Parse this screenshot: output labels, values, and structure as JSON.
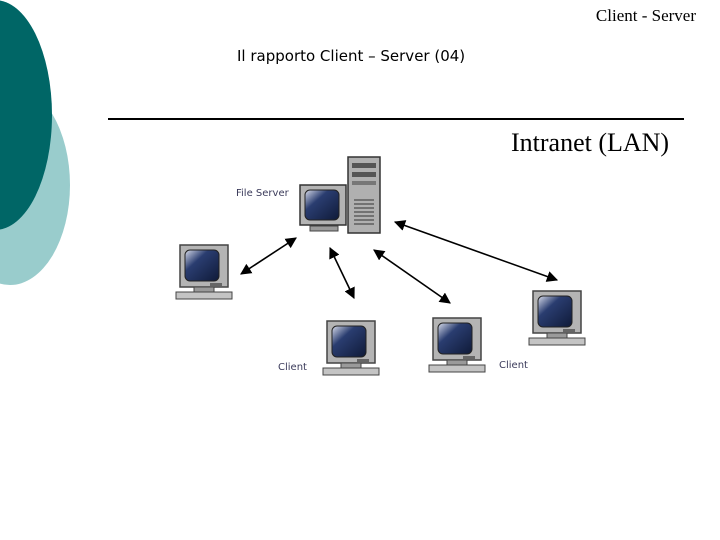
{
  "header": {
    "title": "Client - Server"
  },
  "slide": {
    "title": "Il rapporto Client – Server (04)"
  },
  "section": {
    "title": "Intranet (LAN)"
  },
  "diagram": {
    "server_label": "File Server",
    "client_label_1": "Client",
    "client_label_2": "Client"
  },
  "colors": {
    "deco_dark": "#006666",
    "deco_light": "#99cccc",
    "screen": "#1e2f5a"
  }
}
